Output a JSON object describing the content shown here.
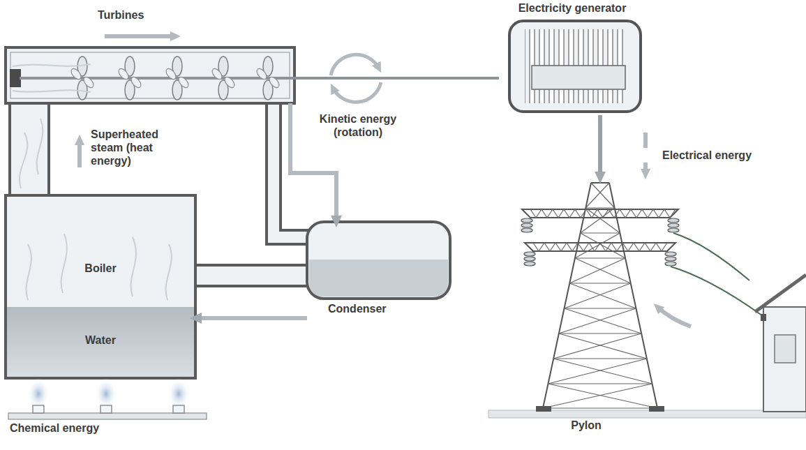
{
  "diagram": {
    "nodes": [
      {
        "text": [
          "Turbines"
        ]
      },
      {
        "text": [
          "Electricity generator"
        ]
      },
      {
        "text": [
          "Boiler",
          "Water"
        ]
      },
      {
        "text": [
          "Condenser"
        ]
      },
      {
        "text": [
          "Pylon"
        ]
      }
    ],
    "edges": [
      {
        "from": 0,
        "to": 1,
        "arrow": "none",
        "label": "Kinetic energy (rotation)"
      },
      {
        "from": 1,
        "to": 4,
        "arrow": "to",
        "label": "Electrical energy"
      },
      {
        "from": 0,
        "to": 3,
        "arrow": "to"
      },
      {
        "from": 3,
        "to": 2,
        "arrow": "to"
      }
    ],
    "labels": [
      "Superheated steam (heat energy)",
      "Chemical energy"
    ]
  }
}
